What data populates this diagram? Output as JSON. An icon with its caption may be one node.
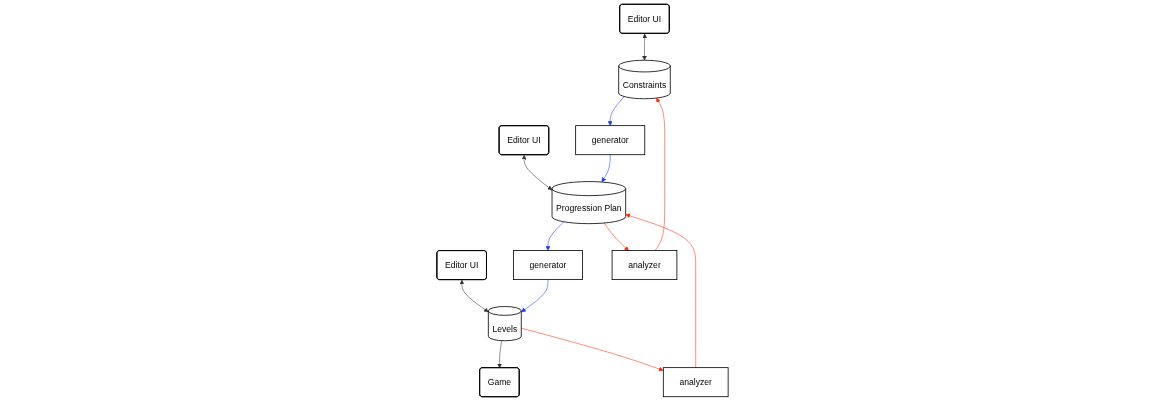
{
  "diagram": {
    "nodes": [
      {
        "text": [
          "Editor UI"
        ]
      },
      {
        "text": [
          "Editor UI"
        ]
      },
      {
        "text": [
          "Editor UI"
        ]
      },
      {
        "text": [
          "Game"
        ]
      },
      {
        "text": [
          "Constraints"
        ]
      },
      {
        "text": [
          "Progression Plan"
        ]
      },
      {
        "text": [
          "Levels"
        ]
      },
      {
        "text": [
          "generator"
        ]
      },
      {
        "text": [
          "generator"
        ]
      },
      {
        "text": [
          "analyzer"
        ]
      },
      {
        "text": [
          "analyzer"
        ]
      }
    ],
    "edges": [
      {
        "from": 0,
        "to": 4,
        "arrow": "both"
      },
      {
        "from": 1,
        "to": 5,
        "arrow": "both"
      },
      {
        "from": 2,
        "to": 6,
        "arrow": "both"
      },
      {
        "from": 6,
        "to": 3,
        "arrow": "to"
      },
      {
        "from": 4,
        "to": 7,
        "arrow": "to",
        "color": "#1a3cff"
      },
      {
        "from": 7,
        "to": 5,
        "arrow": "to",
        "color": "#1a3cff"
      },
      {
        "from": 5,
        "to": 8,
        "arrow": "to",
        "color": "#1a3cff"
      },
      {
        "from": 8,
        "to": 6,
        "arrow": "to",
        "color": "#1a3cff"
      },
      {
        "from": 5,
        "to": 9,
        "arrow": "to",
        "color": "#ff2a00"
      },
      {
        "from": 9,
        "to": 4,
        "arrow": "to",
        "color": "#ff2a00"
      },
      {
        "from": 6,
        "to": 10,
        "arrow": "to",
        "color": "#ff2a00"
      },
      {
        "from": 10,
        "to": 5,
        "arrow": "to",
        "color": "#ff2a00"
      }
    ]
  }
}
